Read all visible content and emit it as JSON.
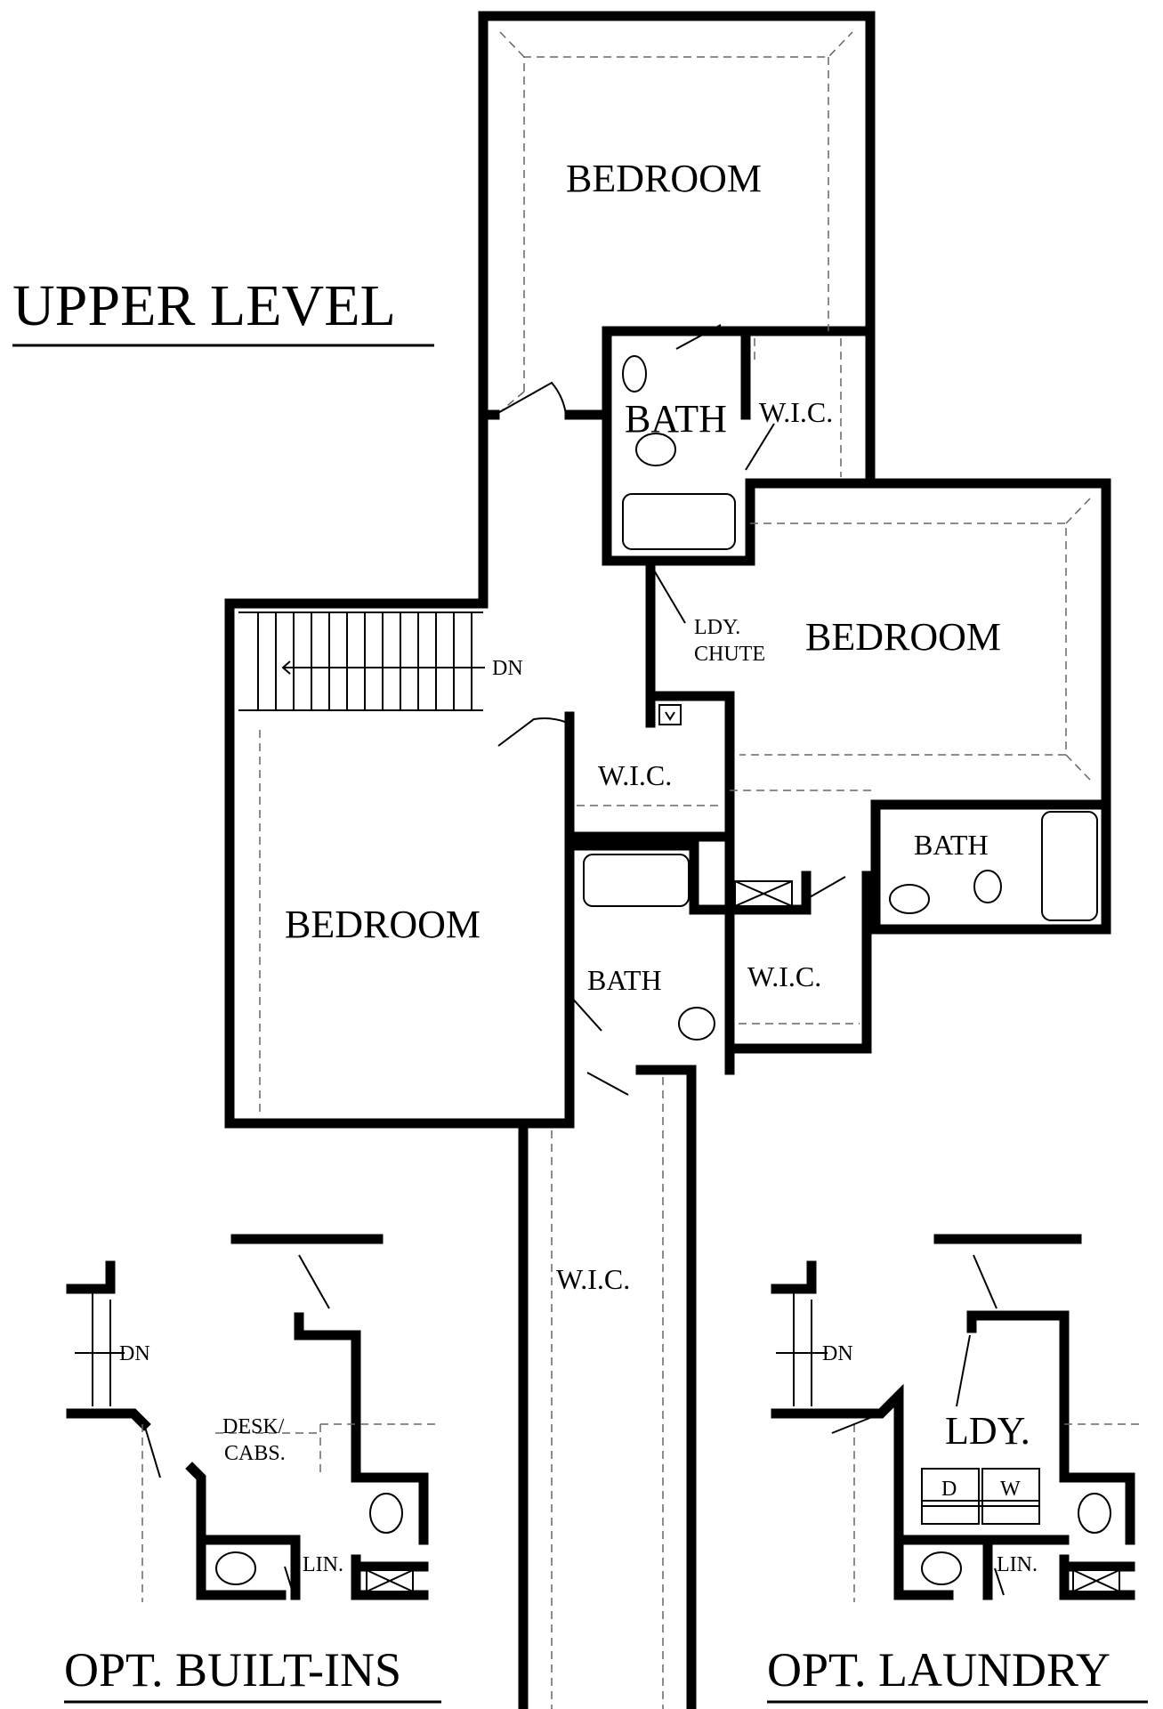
{
  "titles": {
    "main": "UPPER LEVEL",
    "opt_builtins": "OPT. BUILT-INS",
    "opt_laundry": "OPT. LAUNDRY"
  },
  "rooms": {
    "bedroom_top": "BEDROOM",
    "bath_top": "BATH",
    "wic_top": "W.I.C.",
    "bedroom_right": "BEDROOM",
    "ldy_chute_line1": "LDY.",
    "ldy_chute_line2": "CHUTE",
    "stairs_dn": "DN",
    "wic_center": "W.I.C.",
    "bath_right": "BATH",
    "bedroom_left": "BEDROOM",
    "bath_center": "BATH",
    "wic_mid": "W.I.C.",
    "wic_bottom": "W.I.C."
  },
  "opt_builtins": {
    "dn": "DN",
    "desk_line1": "DESK/",
    "desk_line2": "CABS.",
    "lin": "LIN."
  },
  "opt_laundry": {
    "dn": "DN",
    "ldy": "LDY.",
    "dryer": "D",
    "washer": "W",
    "lin": "LIN."
  }
}
